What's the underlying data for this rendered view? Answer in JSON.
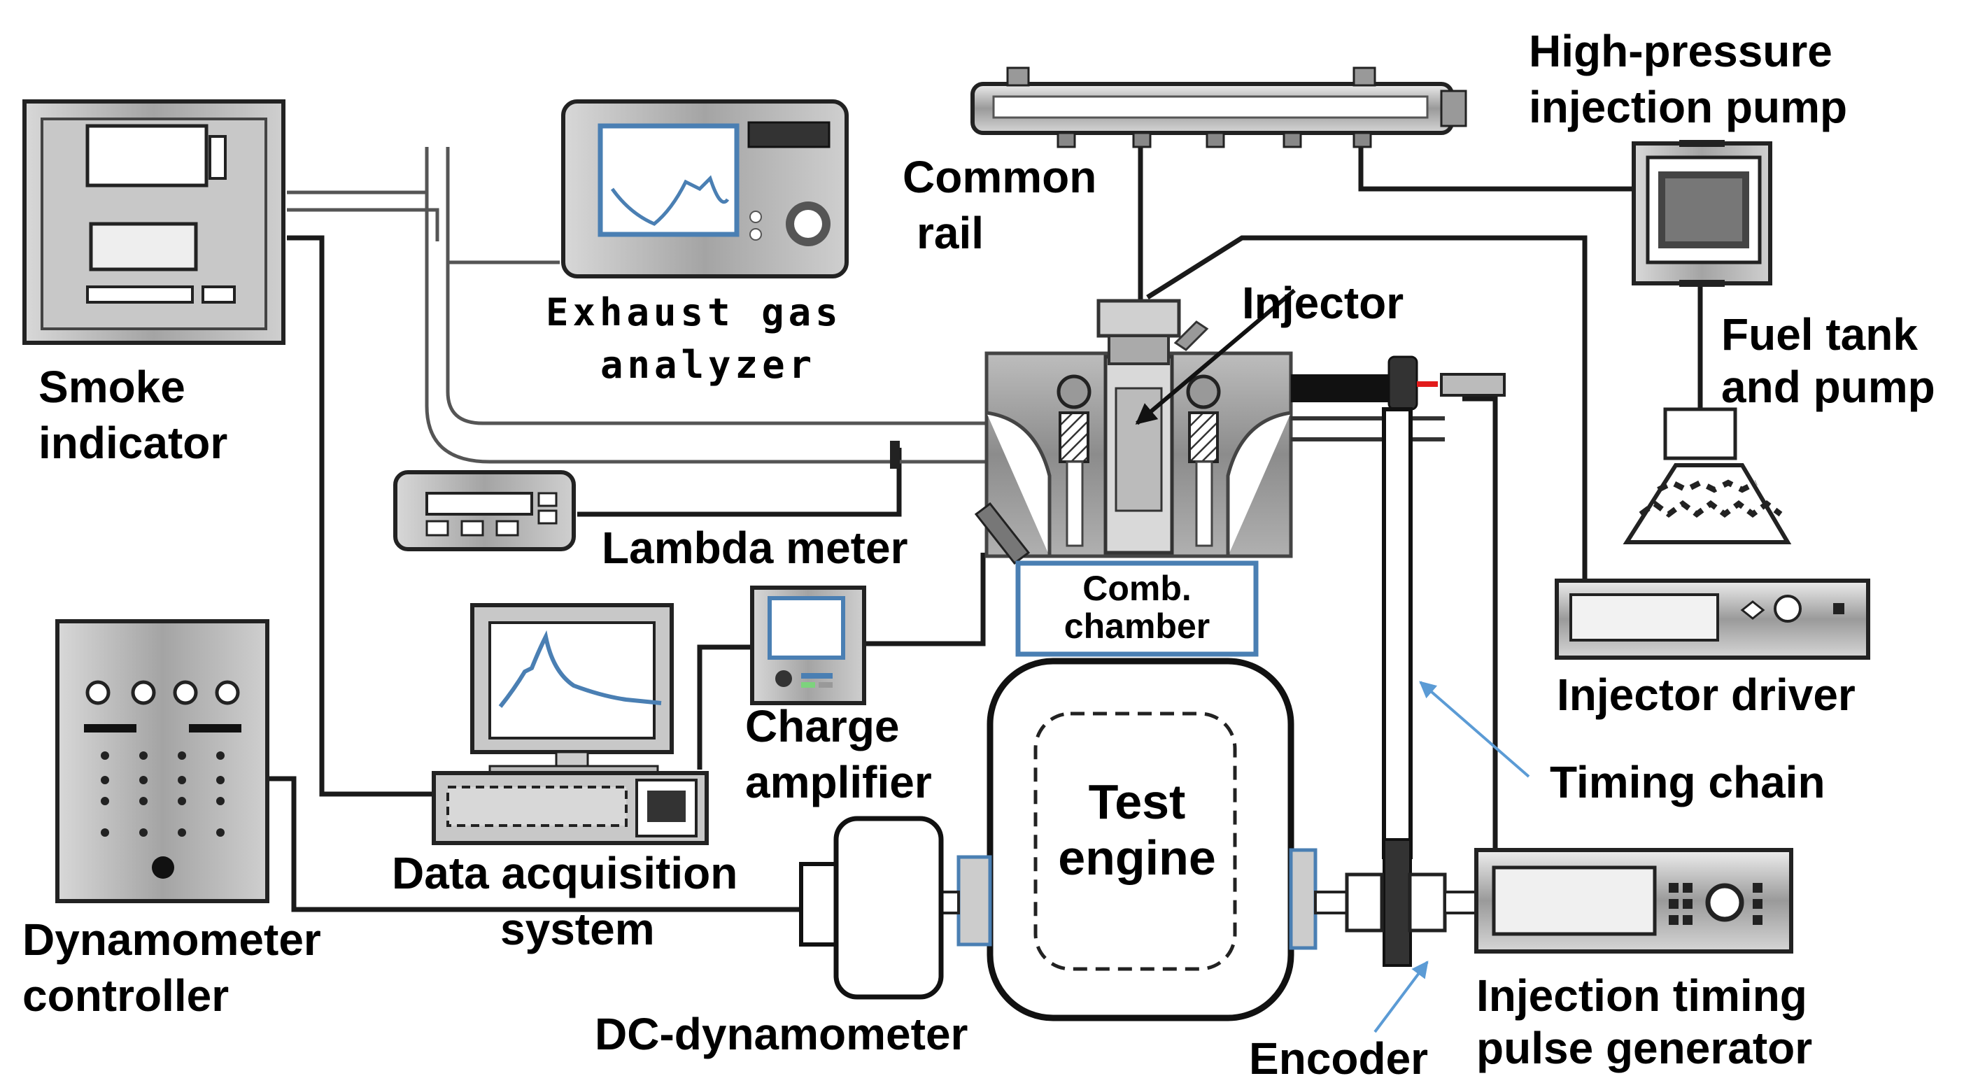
{
  "labels": {
    "smoke_indicator": [
      "Smoke",
      "indicator"
    ],
    "exhaust_gas_analyzer": [
      "Exhaust gas",
      "analyzer"
    ],
    "common_rail": [
      "Common",
      "rail"
    ],
    "high_pressure_pump": [
      "High-pressure",
      "injection pump"
    ],
    "injector": "Injector",
    "fuel_tank": [
      "Fuel tank",
      "and pump"
    ],
    "lambda_meter": "Lambda meter",
    "comb_chamber": [
      "Comb.",
      "chamber"
    ],
    "injector_driver": "Injector driver",
    "charge_amplifier": [
      "Charge",
      "amplifier"
    ],
    "timing_chain": "Timing chain",
    "test_engine": [
      "Test",
      "engine"
    ],
    "data_acquisition": [
      "Data acquisition",
      "system"
    ],
    "dynamometer_controller": [
      "Dynamometer",
      "controller"
    ],
    "dc_dynamometer": "DC-dynamometer",
    "encoder": "Encoder",
    "injection_timing": [
      "Injection timing",
      "pulse generator"
    ]
  },
  "colors": {
    "accent_blue": "#4a7fb3",
    "arrow_blue": "#5b9bd5",
    "device_gray": "#b8b8b8",
    "dark": "#1a1a1a",
    "highlight_red": "#e21b1b"
  }
}
